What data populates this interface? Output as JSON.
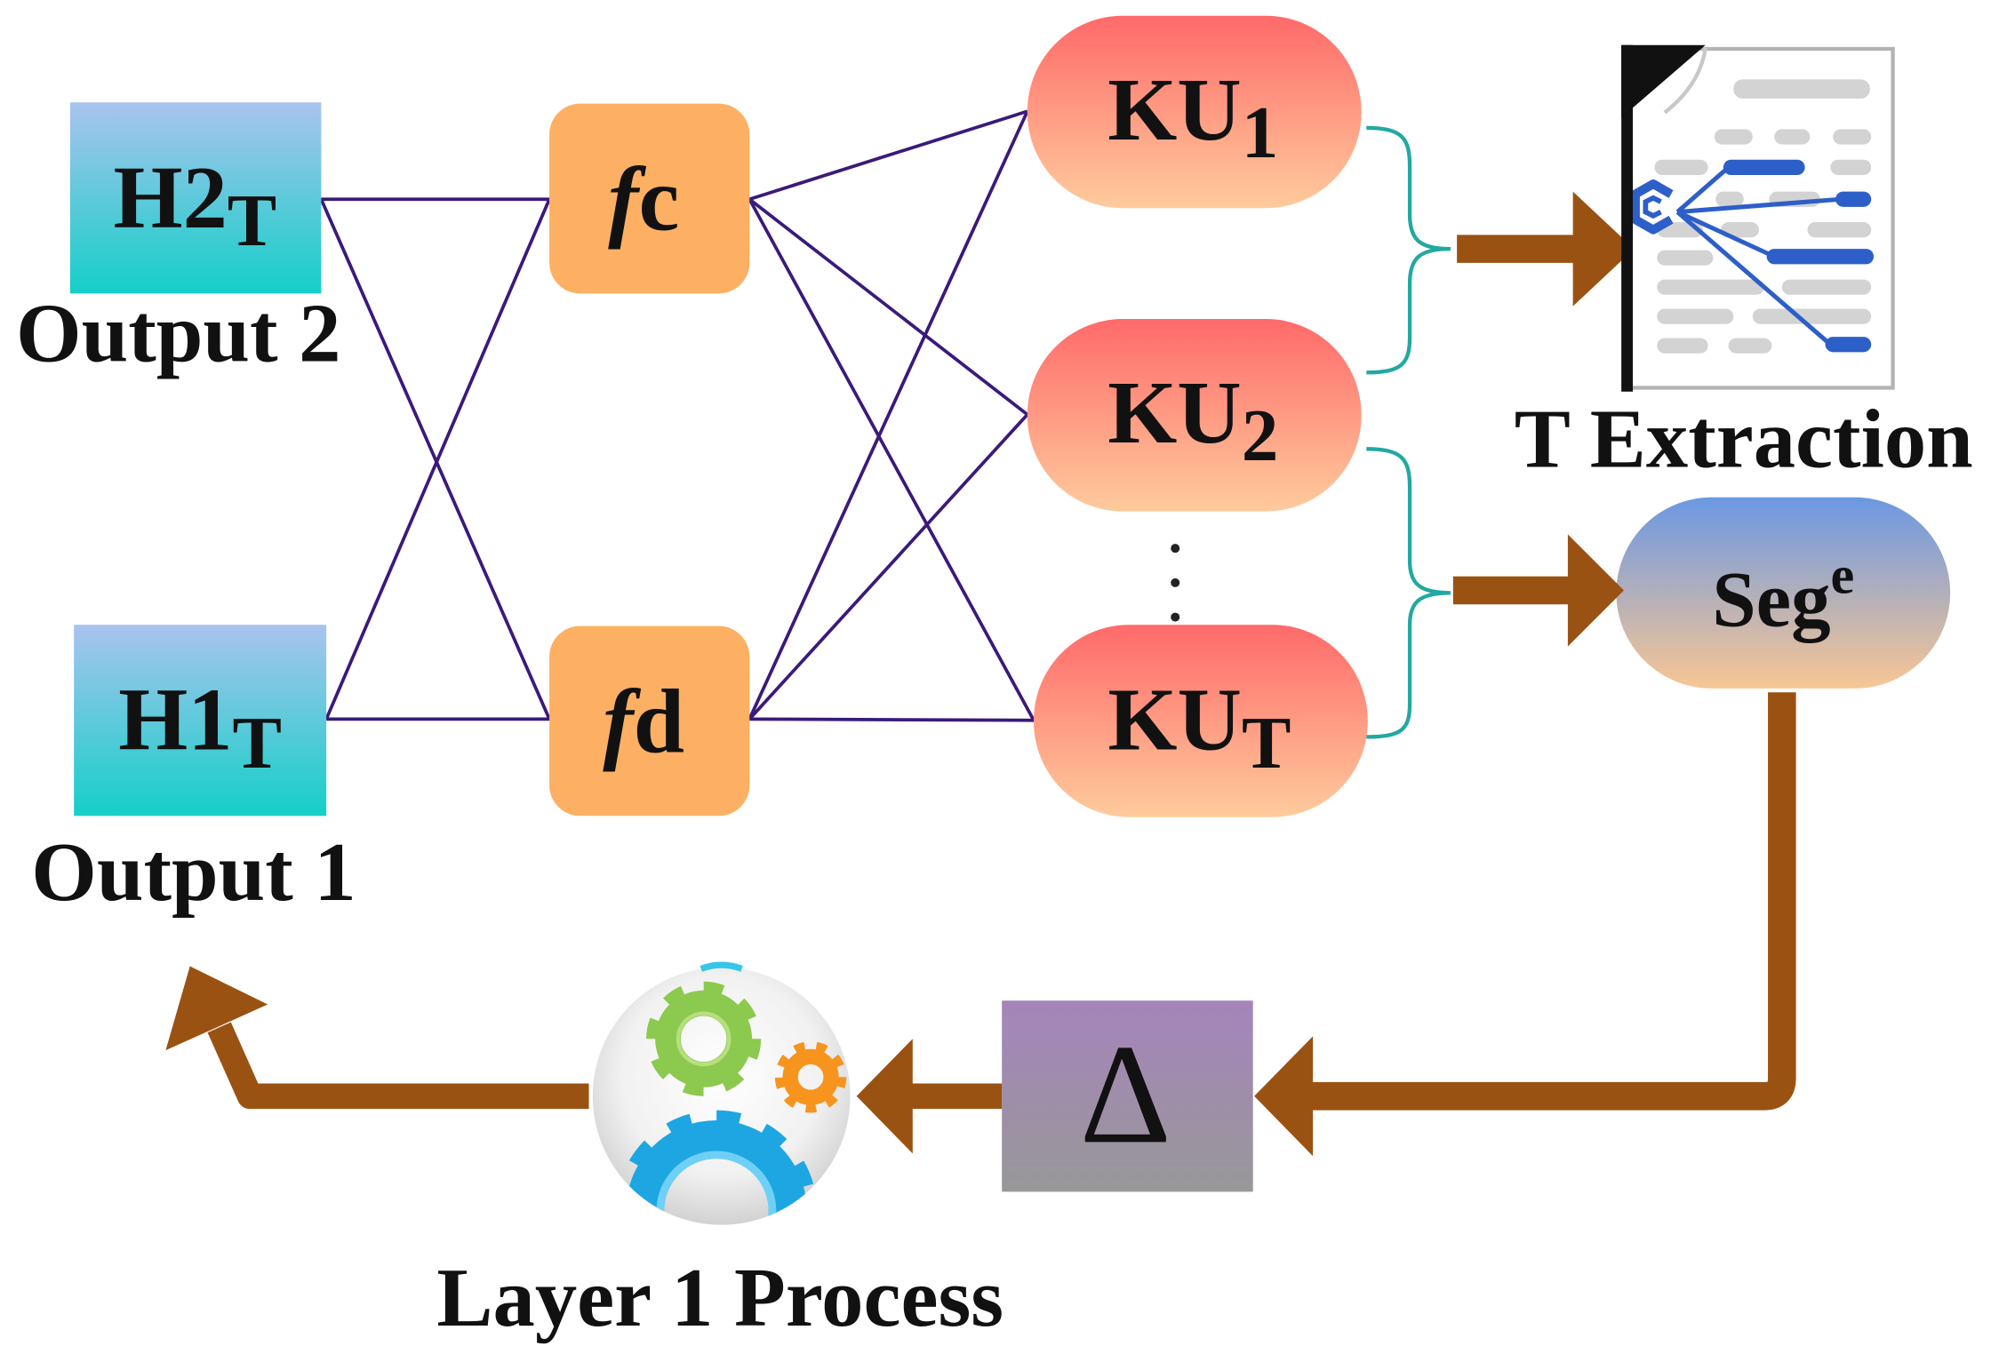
{
  "nodes": {
    "h2": {
      "main": "H2",
      "sub": "T",
      "caption": "Output 2"
    },
    "h1": {
      "main": "H1",
      "sub": "T",
      "caption": "Output 1"
    },
    "fc": {
      "italic": "f",
      "rest": "c"
    },
    "fd": {
      "italic": "f",
      "rest": "d"
    },
    "ku1": {
      "main": "KU",
      "sub": "1"
    },
    "ku2": {
      "main": "KU",
      "sub": "2"
    },
    "kut": {
      "main": "KU",
      "sub": "T"
    },
    "seg": {
      "main": "Seg",
      "sup": "e"
    },
    "delta": {
      "symbol": "Δ"
    }
  },
  "labels": {
    "t_extraction": "T Extraction",
    "layer1_process": "Layer 1 Process"
  },
  "icons": {
    "document": "document-tree-icon",
    "process": "gears-icon"
  },
  "colors": {
    "edge": "#3a1a7a",
    "arrow": "#9a5213",
    "brace": "#22a8a2",
    "h_top": "#a9c4ee",
    "h_bottom": "#14cfc8",
    "f_box": "#fdb063",
    "ku_top": "#ff6a6a",
    "ku_bottom": "#fecb9c",
    "seg_top": "#6b98e2",
    "seg_bottom": "#f8c694",
    "delta_top": "#a584bb",
    "delta_bottom": "#989898",
    "doc_blue": "#2d5fc8"
  }
}
